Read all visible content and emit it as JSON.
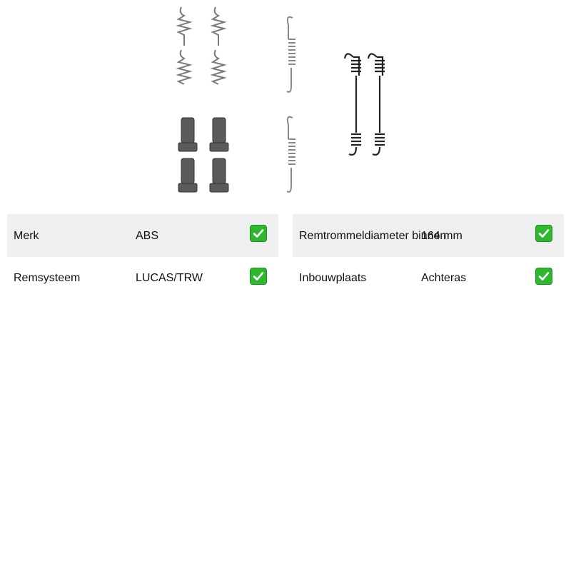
{
  "image": {
    "alt": "Remschoen veren en pennen set"
  },
  "specs_left": [
    {
      "label": "Merk",
      "value": "ABS",
      "icon": "check-icon"
    },
    {
      "label": "Remsysteem",
      "value": "LUCAS/TRW",
      "icon": "check-icon"
    }
  ],
  "specs_right": [
    {
      "label": "Remtrommeldiameter binnen",
      "value": "164 mm",
      "icon": "check-icon"
    },
    {
      "label": "Inbouwplaats",
      "value": "Achteras",
      "icon": "check-icon"
    }
  ],
  "colors": {
    "check": "#2fb82f",
    "row_shade": "#efefef",
    "spring_gray": "#888888",
    "spring_dark": "#222222"
  }
}
